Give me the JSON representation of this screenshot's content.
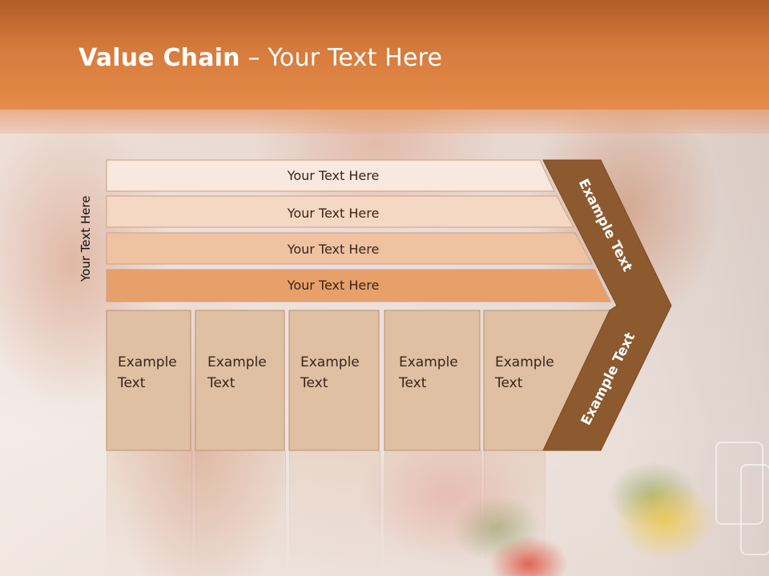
{
  "slide": {
    "title_bold": "Value Chain",
    "title_rest": " – Your Text Here",
    "side_label": "Your Text Here"
  },
  "bars": [
    {
      "label": "Your Text Here",
      "color": "#f8e8de"
    },
    {
      "label": "Your Text Here",
      "color": "#f4d8c4"
    },
    {
      "label": "Your Text Here",
      "color": "#efc3a2"
    },
    {
      "label": "Your Text Here",
      "color": "#e8a06a"
    }
  ],
  "chevron": {
    "upper_label": "Example Text",
    "lower_label": "Example Text",
    "color": "#8c5a2e"
  },
  "boxes": [
    {
      "line1": "Example",
      "line2": "Text"
    },
    {
      "line1": "Example",
      "line2": "Text"
    },
    {
      "line1": "Example",
      "line2": "Text"
    },
    {
      "line1": "Example",
      "line2": "Text"
    },
    {
      "line1": "Example",
      "line2": "Text"
    }
  ],
  "colors": {
    "header": "#d67b3d",
    "box_fill": "#dfc0a3",
    "box_border": "#b98f70"
  }
}
